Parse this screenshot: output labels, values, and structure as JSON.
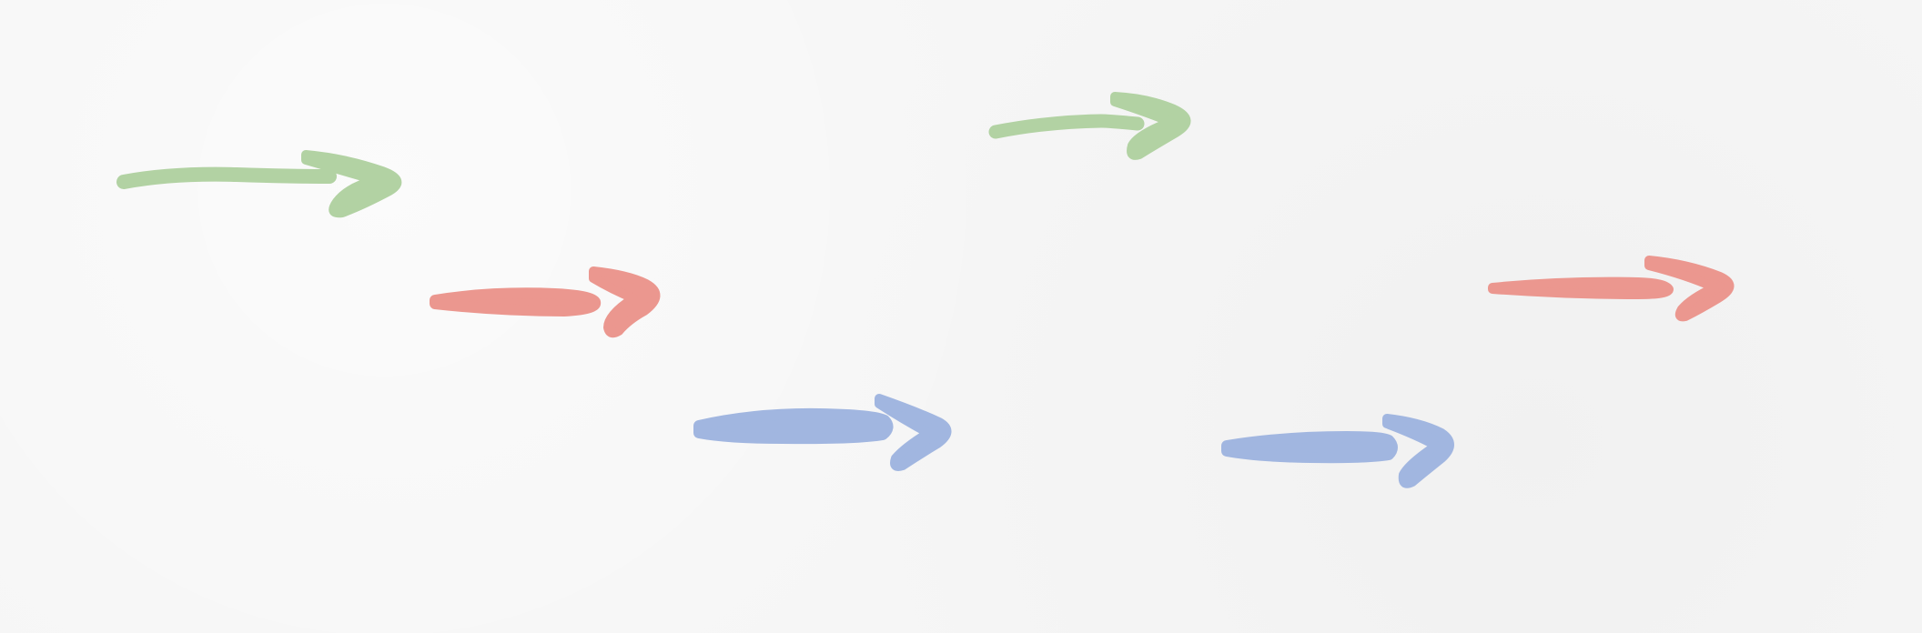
{
  "canvas": {
    "background": "#f6f6f6"
  },
  "palette": {
    "green": "#b2d2a3",
    "red": "#eb978f",
    "blue": "#a1b6e0"
  },
  "arrows": [
    {
      "name": "green-arrow-1",
      "color": "green",
      "direction": "right"
    },
    {
      "name": "green-arrow-2",
      "color": "green",
      "direction": "right"
    },
    {
      "name": "red-arrow-1",
      "color": "red",
      "direction": "right"
    },
    {
      "name": "red-arrow-2",
      "color": "red",
      "direction": "right"
    },
    {
      "name": "blue-arrow-1",
      "color": "blue",
      "direction": "right"
    },
    {
      "name": "blue-arrow-2",
      "color": "blue",
      "direction": "right"
    }
  ]
}
